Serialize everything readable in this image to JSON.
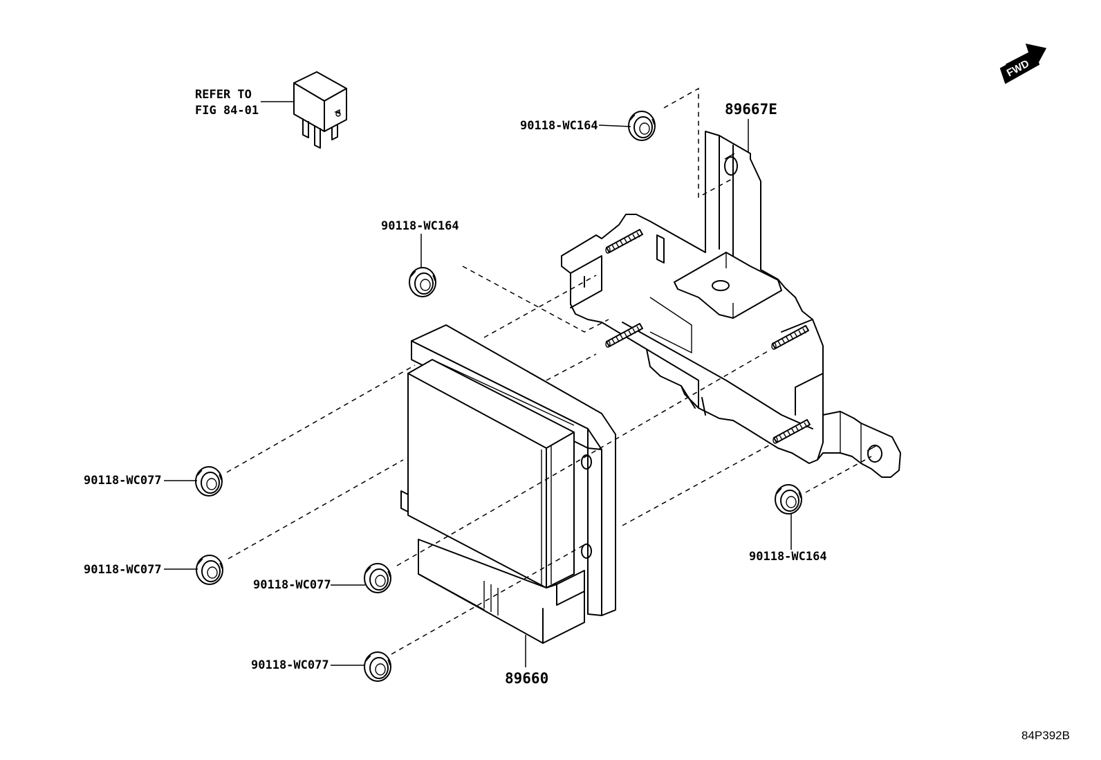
{
  "callouts": {
    "ref_line1": "REFER TO",
    "ref_line2": "FIG 84-01",
    "nut_top": "90118-WC164",
    "nut_mid": "90118-WC164",
    "nut_right": "90118-WC164",
    "nut_left_upper": "90118-WC077",
    "nut_left_lower": "90118-WC077",
    "nut_center": "90118-WC077",
    "nut_bottom": "90118-WC077",
    "bracket": "89667E",
    "ecu": "89660"
  },
  "fwd": {
    "label": "FWD"
  },
  "illustration_code": "84P392B",
  "colors": {
    "line": "#000000",
    "background": "#ffffff"
  },
  "icons": {
    "relay": "relay-icon",
    "nut": "flange-nut-icon",
    "stud": "threaded-stud-icon",
    "fwd": "forward-arrow-icon"
  }
}
